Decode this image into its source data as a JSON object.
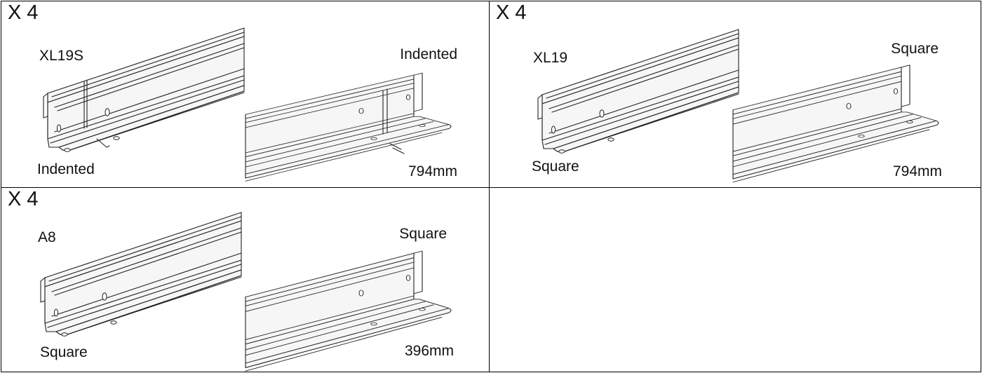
{
  "panels": [
    {
      "quantity": "X 4",
      "profile_code": "XL19S",
      "end_type_left": "Indented",
      "end_type_right": "Indented",
      "length": "794mm"
    },
    {
      "quantity": "X 4",
      "profile_code": "XL19",
      "end_type_left": "Square",
      "end_type_right": "Square",
      "length": "794mm"
    },
    {
      "quantity": "X 4",
      "profile_code": "A8",
      "end_type_left": "Square",
      "end_type_right": "Square",
      "length": "396mm"
    }
  ],
  "colors": {
    "line": "#222222",
    "border": "#000000",
    "background": "#ffffff"
  }
}
